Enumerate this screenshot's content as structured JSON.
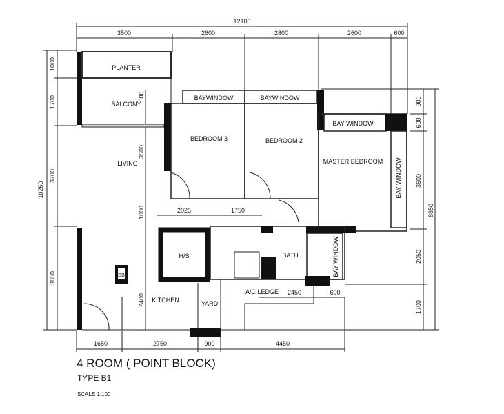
{
  "plan": {
    "title": "4 ROOM ( POINT BLOCK)",
    "type": "TYPE B1",
    "scale": "SCALE 1:100"
  },
  "dimensions": {
    "top_total": "12100",
    "top": [
      "3500",
      "2600",
      "2800",
      "2600",
      "600"
    ],
    "left_total": "10250",
    "left": [
      "1000",
      "1700",
      "3700",
      "3850"
    ],
    "left_inner": [
      "500",
      "3500",
      "1000",
      "2400"
    ],
    "right_total": "8850",
    "right": [
      "900",
      "600",
      "3600",
      "2050",
      "1700"
    ],
    "bottom": [
      "1650",
      "2750",
      "900",
      "4450"
    ],
    "internal": [
      "2025",
      "1750",
      "2450",
      "600"
    ]
  },
  "rooms": {
    "planter": "PLANTER",
    "balcony": "BALCONY",
    "living": "LIVING",
    "bedroom3": "BEDROOM 3",
    "bedroom2": "BEDROOM 2",
    "master": "MASTER BEDROOM",
    "baywindow_b3": "BAYWINDOW",
    "baywindow_b2": "BAYWINDOW",
    "baywindow_master_top": "BAY WINDOW",
    "baywindow_master_side": "BAY WINDOW",
    "baywindow_bath": "BAY WINDOW",
    "hs": "H/S",
    "bath": "BATH",
    "kitchen": "KITCHEN",
    "yard": "YARD",
    "ac_ledge": "A/C LEDGE",
    "db": "DB"
  }
}
